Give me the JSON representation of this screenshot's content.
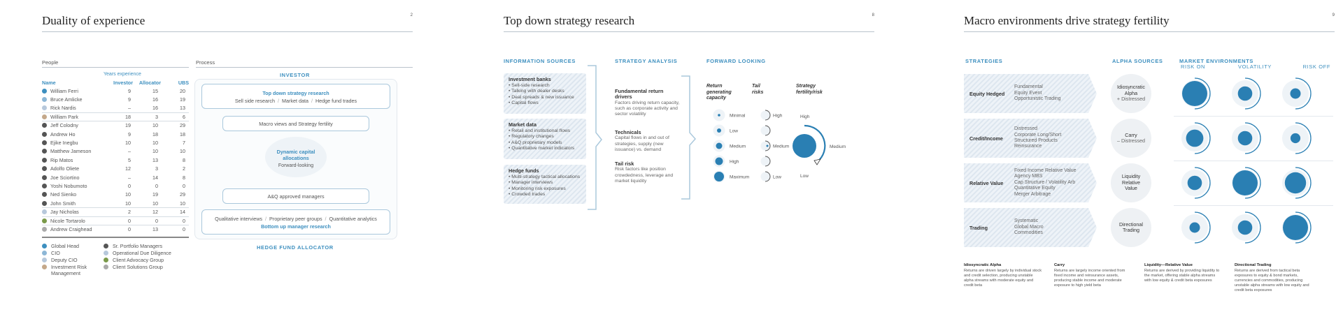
{
  "colors": {
    "accent": "#3d8fbf",
    "dark_blue": "#2a7fb3",
    "rule": "#b9c3cc",
    "hatch": "#dde6ef"
  },
  "panel1": {
    "title": "Duality of experience",
    "page_num": "2",
    "people_label": "People",
    "process_label": "Process",
    "years_label": "Years experience",
    "columns": [
      "Name",
      "Investor",
      "Allocator",
      "UBS"
    ],
    "rows": [
      {
        "name": "William Ferri",
        "c1": "9",
        "c2": "15",
        "c3": "20",
        "color": "#3d8fbf"
      },
      {
        "name": "Bruce Amlicke",
        "c1": "9",
        "c2": "16",
        "c3": "19",
        "color": "#8db7d6"
      },
      {
        "name": "Rick Nardis",
        "c1": "–",
        "c2": "16",
        "c3": "13",
        "color": "#b7c8db"
      },
      {
        "name": "William Park",
        "c1": "18",
        "c2": "3",
        "c3": "6",
        "color": "#c4a88a"
      },
      {
        "name": "Jeff Colodny",
        "c1": "19",
        "c2": "10",
        "c3": "29",
        "color": "#555555"
      },
      {
        "name": "Andrew Ho",
        "c1": "9",
        "c2": "18",
        "c3": "18",
        "color": "#555555"
      },
      {
        "name": "Ejike Inegbu",
        "c1": "10",
        "c2": "10",
        "c3": "7",
        "color": "#555555"
      },
      {
        "name": "Matthew Jameson",
        "c1": "–",
        "c2": "10",
        "c3": "10",
        "color": "#555555"
      },
      {
        "name": "Rip Matos",
        "c1": "5",
        "c2": "13",
        "c3": "8",
        "color": "#555555"
      },
      {
        "name": "Adolfo Oliete",
        "c1": "12",
        "c2": "3",
        "c3": "2",
        "color": "#555555"
      },
      {
        "name": "Joe Sciortino",
        "c1": "–",
        "c2": "14",
        "c3": "8",
        "color": "#555555"
      },
      {
        "name": "Yoshi Nobumoto",
        "c1": "0",
        "c2": "0",
        "c3": "0",
        "color": "#555555"
      },
      {
        "name": "Ned Sienko",
        "c1": "10",
        "c2": "19",
        "c3": "29",
        "color": "#555555"
      },
      {
        "name": "John Smith",
        "c1": "10",
        "c2": "10",
        "c3": "10",
        "color": "#555555"
      },
      {
        "name": "Jay Nicholas",
        "c1": "2",
        "c2": "12",
        "c3": "14",
        "color": "#b7c8db"
      },
      {
        "name": "Nicole Tortarolo",
        "c1": "0",
        "c2": "0",
        "c3": "0",
        "color": "#7a9a4a"
      },
      {
        "name": "Andrew Craighead",
        "c1": "0",
        "c2": "13",
        "c3": "0",
        "color": "#aaaaaa"
      }
    ],
    "legend_left": [
      {
        "label": "Global Head",
        "color": "#3d8fbf"
      },
      {
        "label": "CIO",
        "color": "#8db7d6"
      },
      {
        "label": "Deputy CIO",
        "color": "#b7c8db"
      },
      {
        "label": "Investment Risk Management",
        "color": "#c4a88a"
      }
    ],
    "legend_right": [
      {
        "label": "Sr. Portfolio Managers",
        "color": "#555555"
      },
      {
        "label": "Operational Due Diligence",
        "color": "#b7c8db"
      },
      {
        "label": "Client Advocacy Group",
        "color": "#7a9a4a"
      },
      {
        "label": "Client Solutions Group",
        "color": "#aaaaaa"
      }
    ],
    "investor_label": "INVESTOR",
    "hfa_label": "HEDGE FUND ALLOCATOR",
    "top_box_title": "Top down strategy research",
    "top_box_items": [
      "Sell side research",
      "Market data",
      "Hedge fund trades"
    ],
    "macro_box": "Macro views and Strategy fertility",
    "center_title": "Dynamic capital allocations",
    "center_sub": "Forward-looking",
    "aq_box": "A&Q approved managers",
    "bottom_box_items": [
      "Qualitative interviews",
      "Proprietary peer groups",
      "Quantitative analytics"
    ],
    "bottom_box_title": "Bottom up manager research"
  },
  "panel2": {
    "title": "Top down strategy research",
    "page_num": "8",
    "h_sources": "INFORMATION SOURCES",
    "h_analysis": "STRATEGY ANALYSIS",
    "h_forward": "FORWARD LOOKING",
    "sources": [
      {
        "title": "Investment banks",
        "items": [
          "Sell-side research",
          "Talking with dealer desks",
          "Deal spreads & new issuance",
          "Capital flows"
        ]
      },
      {
        "title": "Market data",
        "items": [
          "Retail and institutional flows",
          "Regulatory changes",
          "A&Q proprietary models",
          "Quantitative market indicators"
        ]
      },
      {
        "title": "Hedge funds",
        "items": [
          "Multi-strategy tactical allocations",
          "Manager interviews",
          "Monitoring risk exposures",
          "Crowded trades"
        ]
      }
    ],
    "drivers": [
      {
        "title": "Fundamental return drivers",
        "text": "Factors driving return capacity, such as corporate activity and sector volatility"
      },
      {
        "title": "Technicals",
        "text": "Capital flows in and out of strategies, supply (new issuance) vs. demand"
      },
      {
        "title": "Tail risk",
        "text": "Risk factors like position crowdedness, leverage and market liquidity"
      }
    ],
    "col_return": "Return generating capacity",
    "col_tail": "Tail risks",
    "col_fertility": "Strategy fertility/risk",
    "return_levels": [
      "Minimal",
      "Low",
      "Medium",
      "High",
      "Maximum"
    ],
    "tail_levels": [
      "High",
      "Medium",
      "Low"
    ],
    "fert_levels": [
      "High",
      "Medium",
      "Low"
    ]
  },
  "panel3": {
    "title": "Macro environments drive strategy fertility",
    "page_num": "9",
    "h_strategies": "STRATEGIES",
    "h_alpha": "ALPHA SOURCES",
    "h_market": "MARKET ENVIRONMENTS",
    "env_cols": [
      "RISK ON",
      "VOLATILITY",
      "RISK OFF"
    ],
    "strategies": [
      {
        "name": "Equity Hedged",
        "subs": [
          "Fundamental",
          "Equity Event",
          "Opportunistic Trading"
        ],
        "alpha_main": "Idiosyncratic Alpha",
        "alpha_sub": "+ Distressed",
        "levels": [
          1.0,
          0.45,
          0.25
        ]
      },
      {
        "name": "Credit/Income",
        "subs": [
          "Distressed",
          "Corporate Long/Short",
          "Structured Products",
          "Reinsurance"
        ],
        "alpha_main": "Carry",
        "alpha_sub": "– Distressed",
        "levels": [
          0.6,
          0.45,
          0.22
        ]
      },
      {
        "name": "Relative Value",
        "subs": [
          "Fixed Income Relative Value",
          "Agency MBS",
          "Cap Structure / Volatility Arb",
          "Quantitative Equity",
          "Merger Arbitrage"
        ],
        "alpha_main": "Liquidity Relative Value",
        "alpha_sub": "",
        "levels": [
          0.45,
          1.0,
          0.8
        ]
      },
      {
        "name": "Trading",
        "subs": [
          "Systematic",
          "Global Macro",
          "Commodities"
        ],
        "alpha_main": "Directional Trading",
        "alpha_sub": "",
        "levels": [
          0.25,
          0.45,
          1.0
        ]
      }
    ],
    "footnotes": [
      {
        "title": "Idiosyncratic Alpha",
        "text": "Returns are driven largely by individual stock and credit selection, producing unstable alpha streams with moderate equity and credit beta"
      },
      {
        "title": "Carry",
        "text": "Returns are largely income oriented from fixed income and reinsurance assets, producing stable income and moderate exposure to high yield beta"
      },
      {
        "title": "Liquidity—Relative Value",
        "text": "Returns are derived by providing liquidity to the market, offering stable alpha streams with low equity & credit beta exposures"
      },
      {
        "title": "Directional Trading",
        "text": "Returns are derived from tactical beta exposures to equity & bond markets, currencies and commodities, producing unstable alpha streams with low equity and credit beta exposures"
      }
    ]
  }
}
